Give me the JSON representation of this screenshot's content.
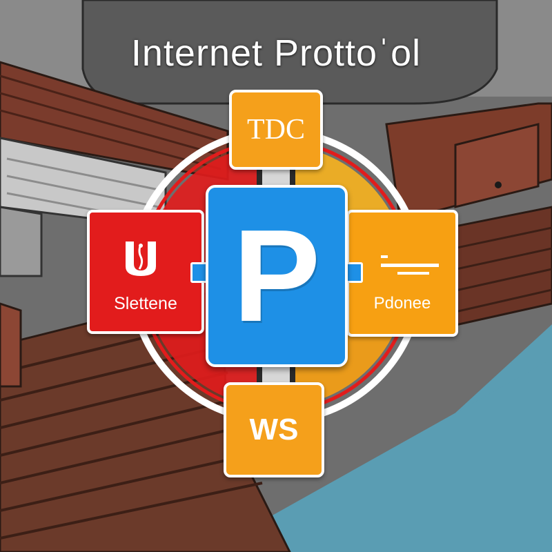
{
  "title": "Internet Prottoˈol",
  "top_tile": {
    "label": "TDC"
  },
  "bottom_tile": {
    "label": "WS"
  },
  "left_panel": {
    "label": "Slettene",
    "icon": "document-icon"
  },
  "right_panel": {
    "label": "Pdonee",
    "icon": "lines-icon"
  },
  "center_tile": {
    "glyph": "P"
  },
  "colors": {
    "red": "#e21c1c",
    "orange": "#f5a01b",
    "blue": "#1e90e6",
    "brown": "#6b3a2a",
    "teal": "#5a9db3",
    "gray": "#7a7a7a"
  }
}
